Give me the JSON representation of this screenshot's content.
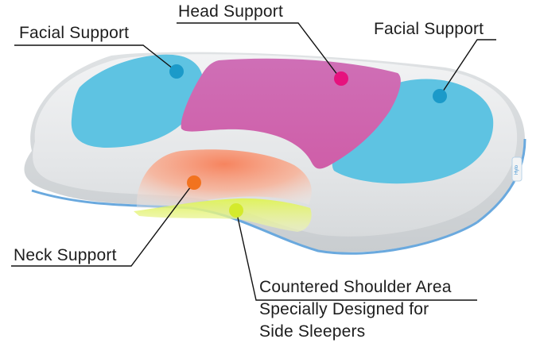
{
  "labels": {
    "head_support": "Head Support",
    "facial_support_left": "Facial Support",
    "facial_support_right": "Facial Support",
    "neck_support": "Neck Support",
    "shoulder_line1": "Countered Shoulder Area",
    "shoulder_line2": "Specially Designed for",
    "shoulder_line3": "Side Sleepers"
  },
  "colors": {
    "head_zone": "#d267b4",
    "head_dot": "#e6127e",
    "facial_zone": "#5ec3e2",
    "facial_dot": "#1b9ac9",
    "neck_zone": "#f4a88c",
    "neck_dot": "#f2731f",
    "shoulder_zone": "#e8f36a",
    "shoulder_dot": "#d4ea2c",
    "pillow": "#e7e9ea",
    "piping": "#6aa9de",
    "leader_line": "#111111"
  },
  "brand_tag": "Hylo"
}
